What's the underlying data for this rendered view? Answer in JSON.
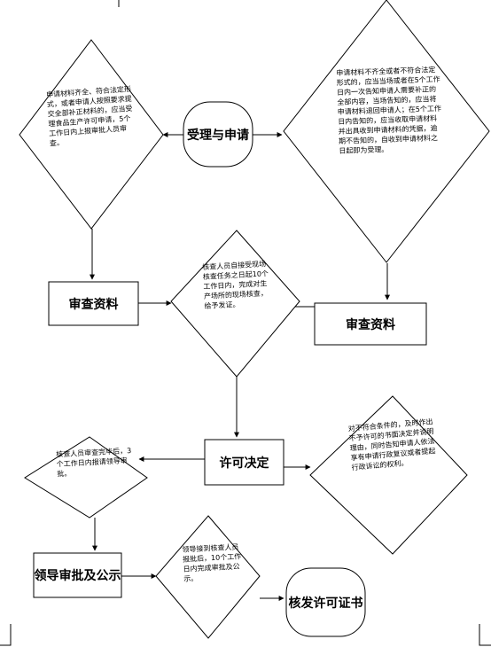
{
  "flow": {
    "start": "受理与申请",
    "review_left": "审查资料",
    "review_right": "审查资料",
    "decision": "许可决定",
    "leader": "领导审批及公示",
    "issue": "核发许可证书"
  },
  "notes": {
    "left_top": "申请材料齐全、符合法定形式，或者申请人按照要求提交全部补正材料的，应当受理食品生产许可申请，5个工作日内上报审批人员审查。",
    "right_top": "申请材料不齐全或者不符合法定形式的，应当当场或者在5个工作日内一次告知申请人需要补正的全部内容，当场告知的，应当将申请材料退回申请人；在5个工作日内告知的，应当收取申请材料并出具收到申请材料的凭据，逾期不告知的，自收到申请材料之日起即为受理。",
    "center": "核查人员自接受现场核查任务之日起10个工作日内，完成对生产场所的现场核查，给予发证。",
    "right_mid": "对不符合条件的，及时作出不予许可的书面决定并说明理由，同时告知申请人依法享有申请行政复议或者提起行政诉讼的权利。",
    "left_mid": "核查人员审查完毕后，3个工作日内报请领导审批。",
    "bottom": "领导接到核查人员报批后，10个工作日内完成审批及公示。"
  }
}
